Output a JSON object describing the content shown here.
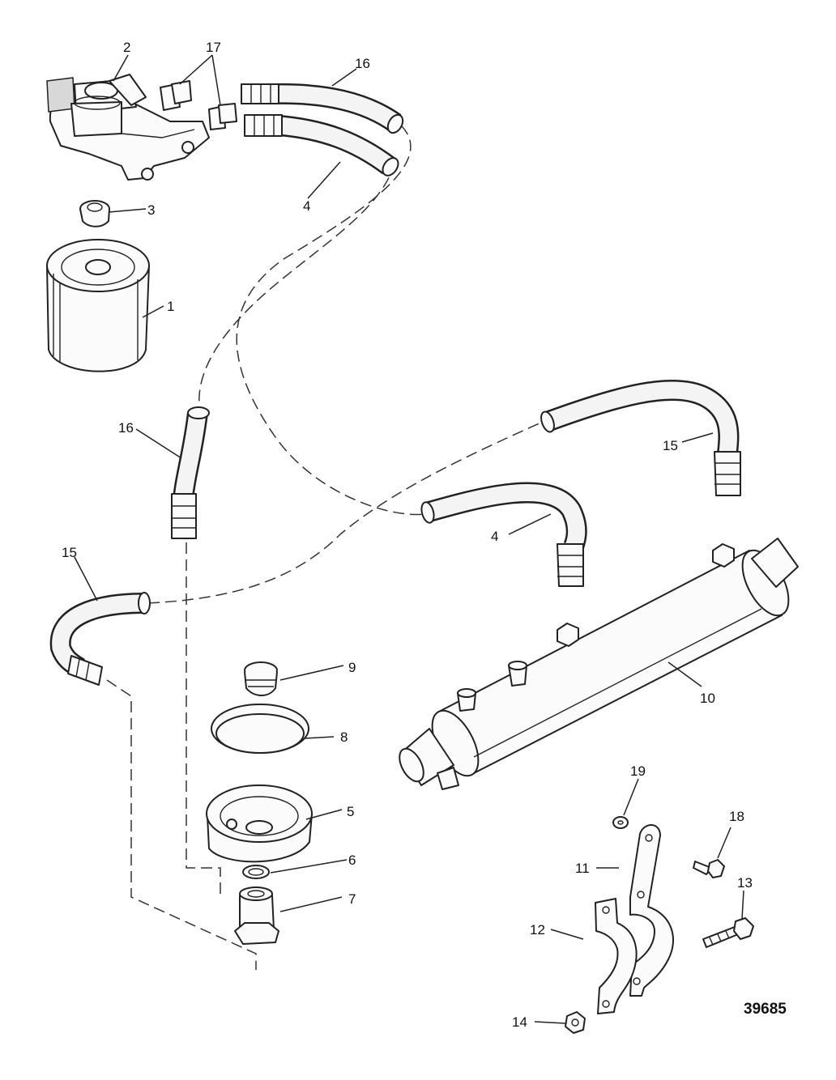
{
  "callouts": [
    {
      "id": "c1",
      "text": "1"
    },
    {
      "id": "c2",
      "text": "2"
    },
    {
      "id": "c3",
      "text": "3"
    },
    {
      "id": "c4a",
      "text": "4"
    },
    {
      "id": "c4b",
      "text": "4"
    },
    {
      "id": "c5",
      "text": "5"
    },
    {
      "id": "c6",
      "text": "6"
    },
    {
      "id": "c7",
      "text": "7"
    },
    {
      "id": "c8",
      "text": "8"
    },
    {
      "id": "c9",
      "text": "9"
    },
    {
      "id": "c10",
      "text": "10"
    },
    {
      "id": "c11",
      "text": "11"
    },
    {
      "id": "c12",
      "text": "12"
    },
    {
      "id": "c13",
      "text": "13"
    },
    {
      "id": "c14",
      "text": "14"
    },
    {
      "id": "c15a",
      "text": "15"
    },
    {
      "id": "c15b",
      "text": "15"
    },
    {
      "id": "c16a",
      "text": "16"
    },
    {
      "id": "c16b",
      "text": "16"
    },
    {
      "id": "c17",
      "text": "17"
    },
    {
      "id": "c18",
      "text": "18"
    },
    {
      "id": "c19",
      "text": "19"
    }
  ],
  "drawing_code": "39685"
}
